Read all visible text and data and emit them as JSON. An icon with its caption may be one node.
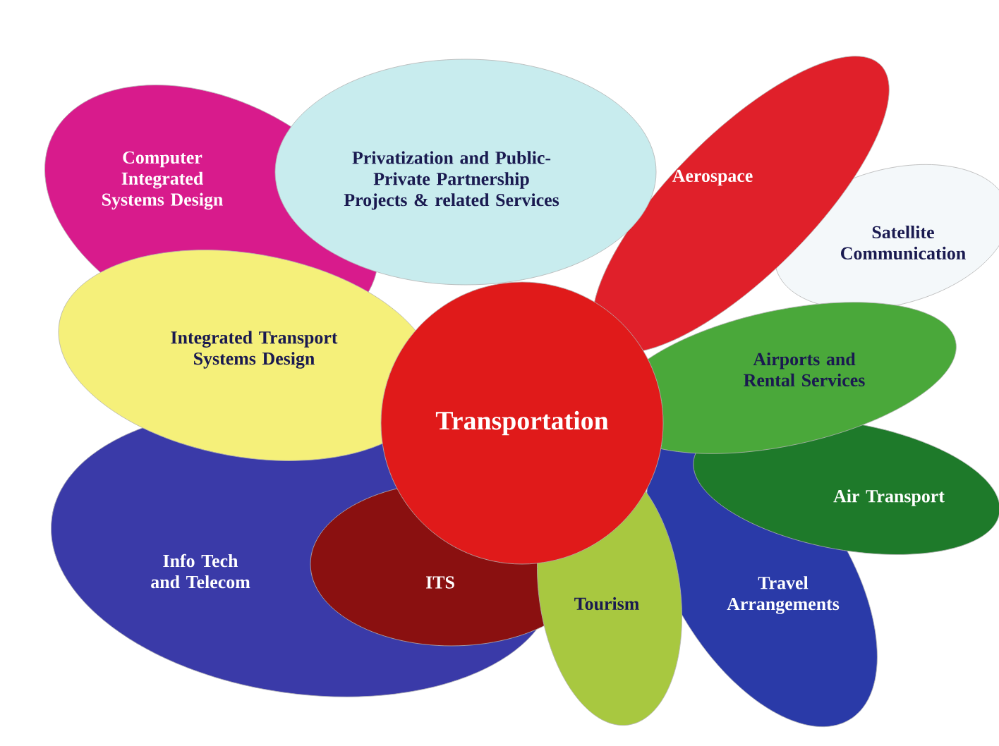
{
  "diagram": {
    "nodes": [
      {
        "text": [
          "Computer Integrated Systems Design"
        ]
      },
      {
        "text": [
          "Privatization and Public-Private Partnership Projects & related Services"
        ]
      },
      {
        "text": [
          "Aerospace"
        ]
      },
      {
        "text": [
          "Satellite Communication"
        ]
      },
      {
        "text": [
          "Integrated Transport Systems Design"
        ]
      },
      {
        "text": [
          "Transportation"
        ]
      },
      {
        "text": [
          "Airports and Rental Services"
        ]
      },
      {
        "text": [
          "Air Transport"
        ]
      },
      {
        "text": [
          "Info Tech and Telecom"
        ]
      },
      {
        "text": [
          "ITS"
        ]
      },
      {
        "text": [
          "Tourism"
        ]
      },
      {
        "text": [
          "Travel Arrangements"
        ]
      }
    ]
  }
}
